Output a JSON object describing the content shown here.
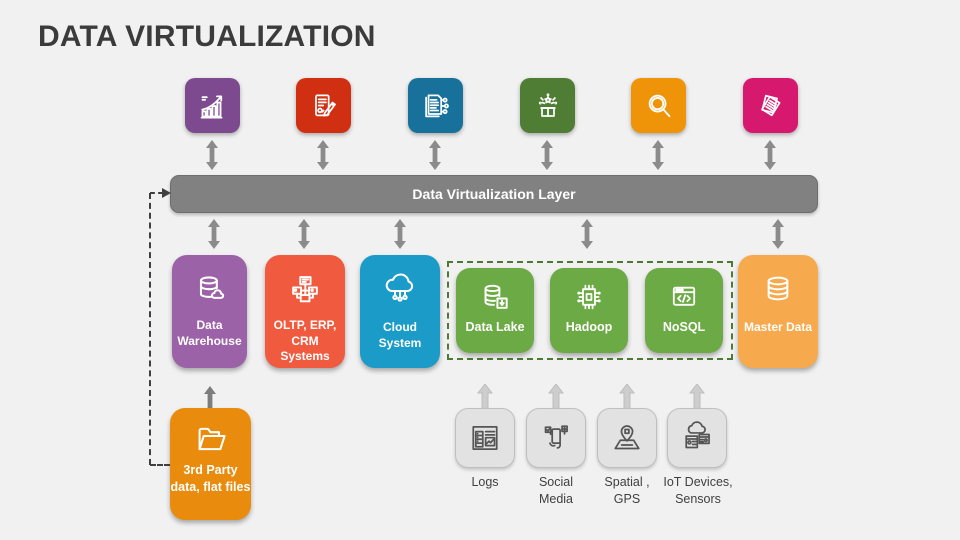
{
  "title": "DATA VIRTUALIZATION",
  "layer": {
    "label": "Data Virtualization Layer",
    "color": "#818181"
  },
  "colors": {
    "background": "#f1f1f1",
    "title_text": "#3b3b3b",
    "arrow_gray": "#8b8b8b",
    "arrow_dark": "#7d7d7d",
    "arrow_light": "#cdcdcd",
    "dashed_connector": "#3f3f3f",
    "dashed_zone_border": "#4c7a31",
    "source_tile_fill": "#e2e2e2",
    "source_tile_border": "#bfbfbf",
    "source_icon_stroke": "#555555"
  },
  "consumers": [
    {
      "icon": "growth-chart-icon",
      "color": "#7d4a8f"
    },
    {
      "icon": "contract-document-icon",
      "color": "#d03011"
    },
    {
      "icon": "document-network-icon",
      "color": "#17719a"
    },
    {
      "icon": "surprise-box-icon",
      "color": "#4e7d33"
    },
    {
      "icon": "magnifier-icon",
      "color": "#ef9309"
    },
    {
      "icon": "documents-stack-icon",
      "color": "#d6186e"
    }
  ],
  "systems": {
    "data_warehouse": {
      "label": "Data Warehouse",
      "color": "#9c62a8"
    },
    "oltp": {
      "label": "OLTP, ERP, CRM Systems",
      "color": "#f05b40"
    },
    "cloud": {
      "label": "Cloud System",
      "color": "#1b9cc8"
    },
    "data_lake": {
      "label": "Data Lake",
      "color": "#6caa45"
    },
    "hadoop": {
      "label": "Hadoop",
      "color": "#6caa45"
    },
    "nosql": {
      "label": "NoSQL",
      "color": "#6caa45"
    },
    "master_data": {
      "label": "Master Data",
      "color": "#f6a94d"
    },
    "third_party": {
      "label": "3rd Party data, flat files",
      "color": "#e98b0d"
    }
  },
  "sources": [
    {
      "label": "Logs"
    },
    {
      "label": "Social Media"
    },
    {
      "label": "Spatial , GPS"
    },
    {
      "label": "IoT Devices, Sensors"
    }
  ]
}
